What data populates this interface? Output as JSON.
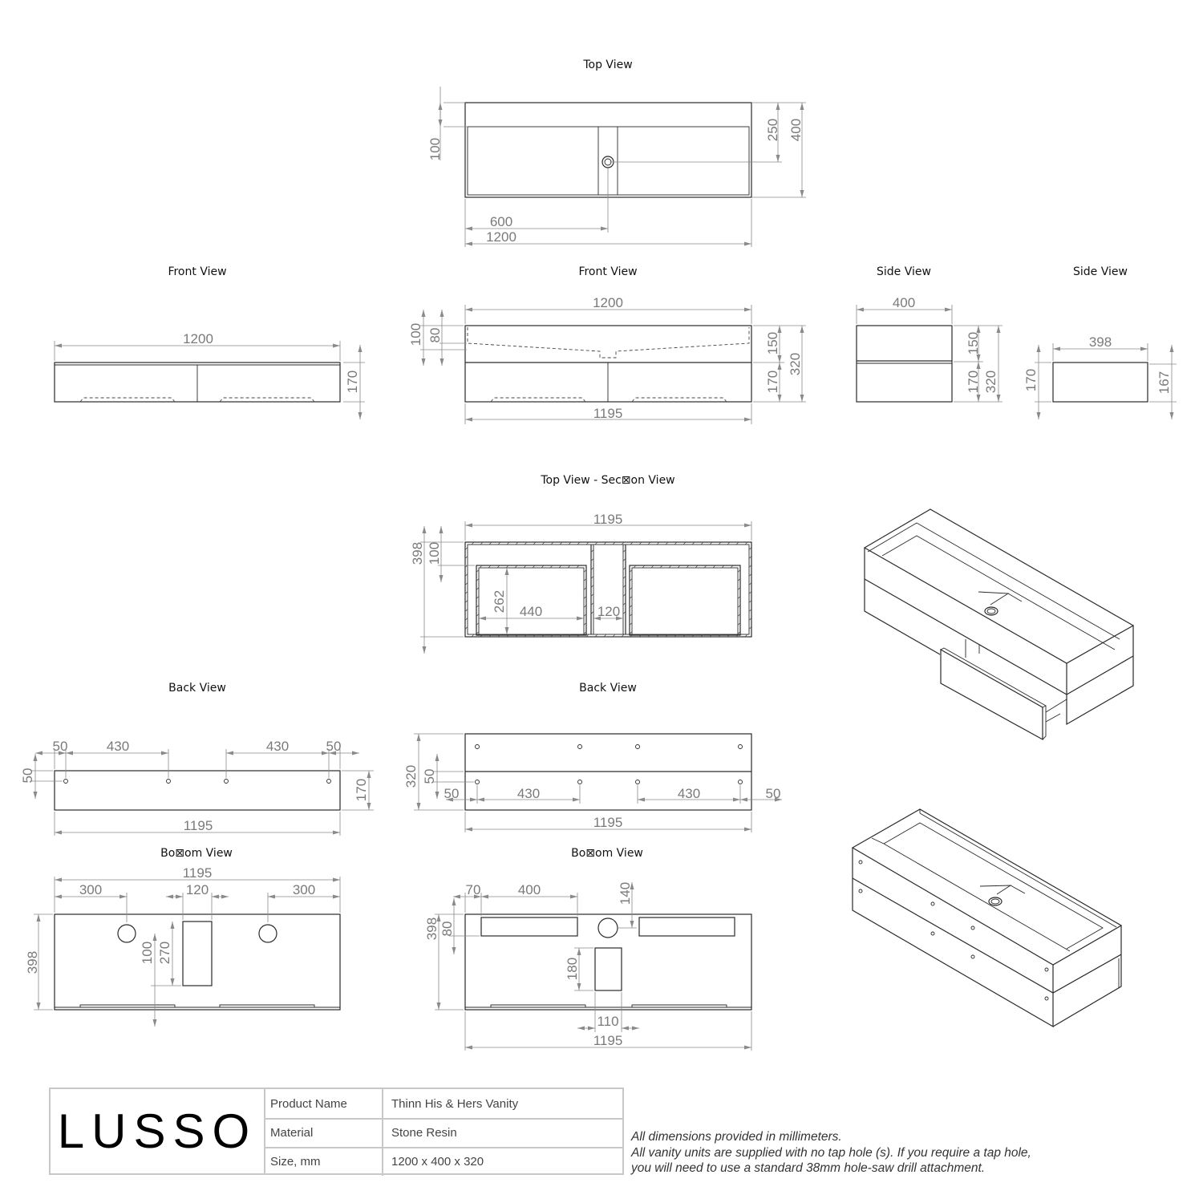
{
  "views": {
    "top": {
      "title": "Top View",
      "dims": [
        "100",
        "250",
        "400",
        "600",
        "1200"
      ]
    },
    "front_left": {
      "title": "Front View",
      "dims": [
        "1200",
        "170"
      ]
    },
    "front_center": {
      "title": "Front View",
      "dims": [
        "1200",
        "100",
        "80",
        "150",
        "320",
        "170",
        "1195"
      ]
    },
    "side_left": {
      "title": "Side View",
      "dims": [
        "400",
        "150",
        "170",
        "320"
      ]
    },
    "side_right": {
      "title": "Side View",
      "dims": [
        "398",
        "170",
        "167"
      ]
    },
    "section": {
      "title": "Top View - Sec⊠on View",
      "dims": [
        "1195",
        "398",
        "100",
        "262",
        "440",
        "120"
      ]
    },
    "back_left": {
      "title": "Back View",
      "dims": [
        "50",
        "430",
        "430",
        "50",
        "50",
        "170",
        "1195"
      ]
    },
    "back_center": {
      "title": "Back View",
      "dims": [
        "320",
        "50",
        "50",
        "430",
        "430",
        "50",
        "1195"
      ]
    },
    "bottom_left": {
      "title": "Bo⊠om View",
      "dims": [
        "1195",
        "300",
        "120",
        "300",
        "398",
        "100",
        "270"
      ]
    },
    "bottom_center": {
      "title": "Bo⊠om View",
      "dims": [
        "70",
        "400",
        "140",
        "398",
        "80",
        "180",
        "110",
        "1195"
      ]
    }
  },
  "title_block": {
    "logo": "LUSSO",
    "rows": [
      {
        "label": "Product Name",
        "value": "Thinn His & Hers Vanity"
      },
      {
        "label": "Material",
        "value": "Stone Resin"
      },
      {
        "label": "Size, mm",
        "value": "1200 x 400 x 320"
      }
    ]
  },
  "notes": [
    "All dimensions provided in millimeters.",
    "All vanity units are supplied with no tap hole (s). If you require a tap hole,",
    "you will need to use a standard 38mm hole-saw drill attachment."
  ]
}
